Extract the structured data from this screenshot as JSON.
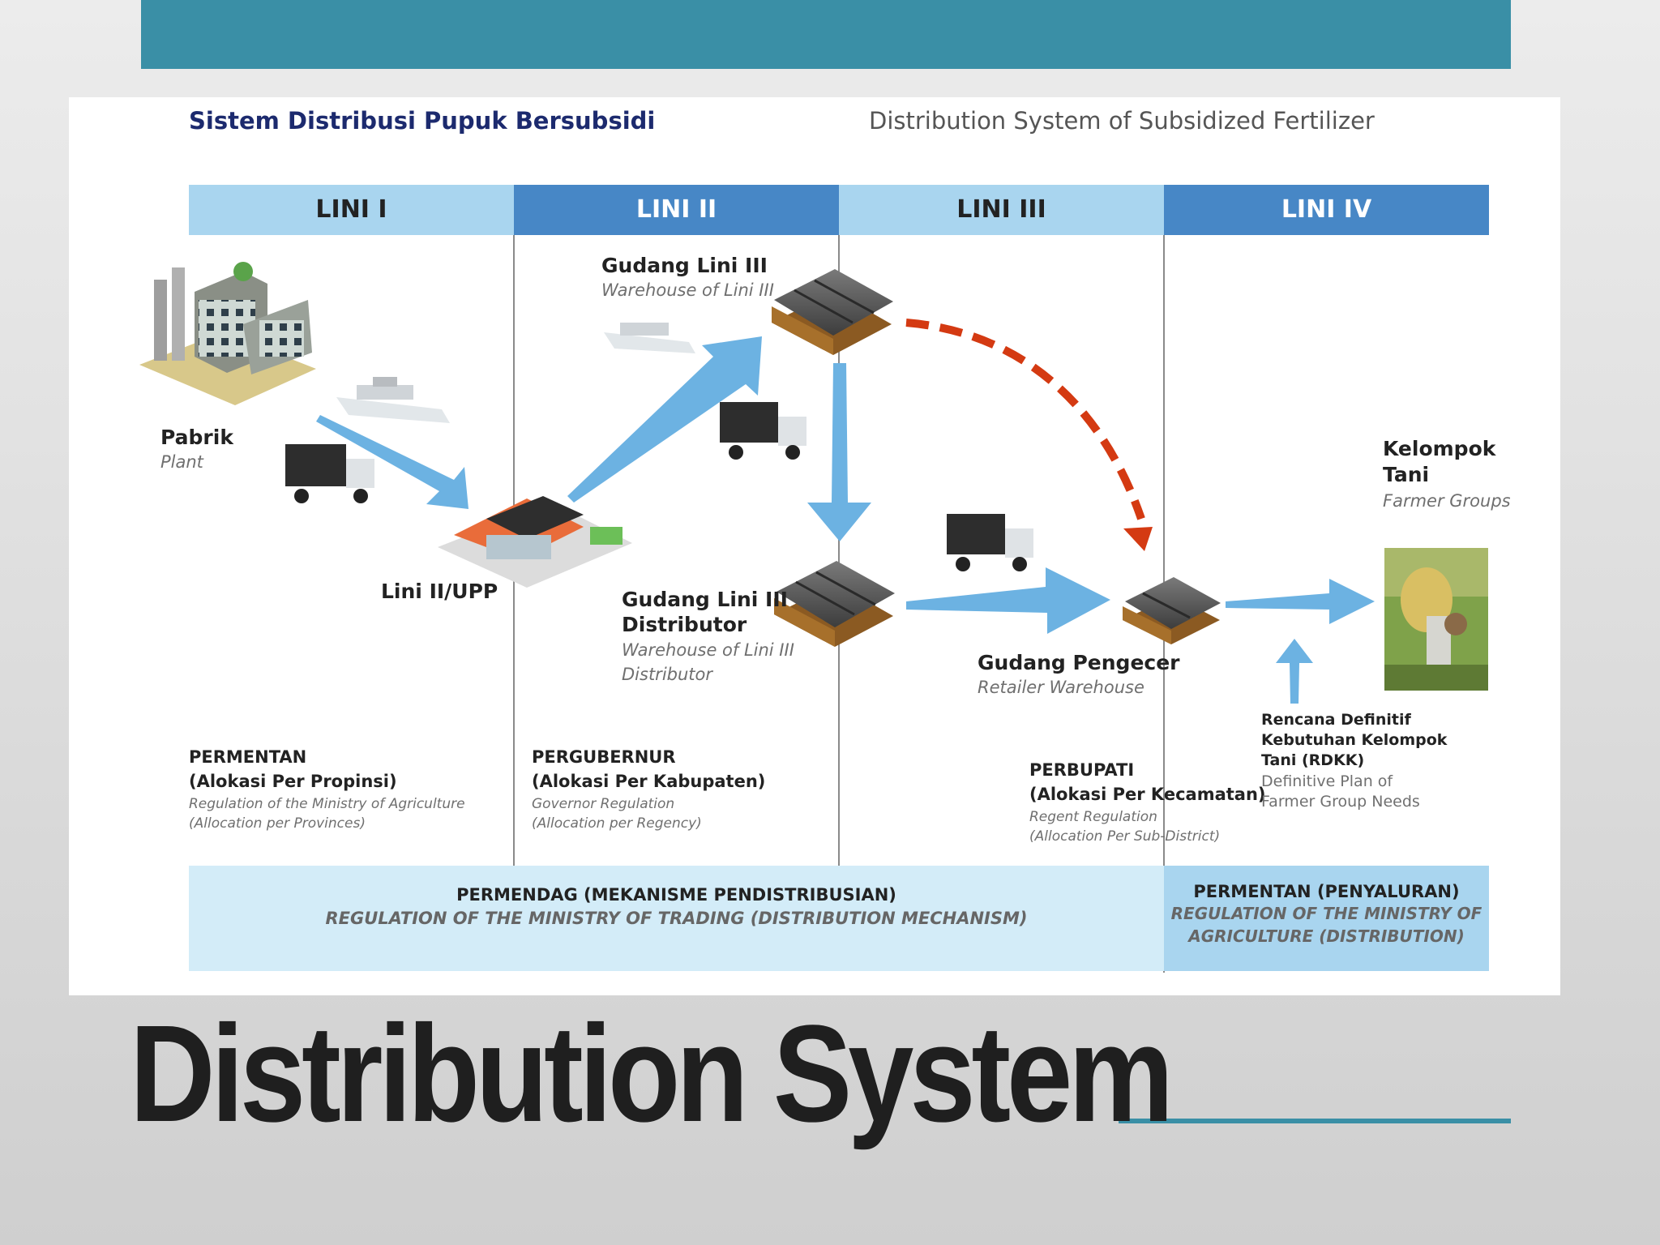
{
  "header": {
    "title_id": "Sistem Distribusi Pupuk Bersubsidi",
    "title_en": "Distribution System of Subsidized Fertilizer"
  },
  "lines": [
    {
      "label": "LINI I"
    },
    {
      "label": "LINI II"
    },
    {
      "label": "LINI III"
    },
    {
      "label": "LINI IV"
    }
  ],
  "nodes": {
    "plant": {
      "name": "Pabrik",
      "sub": "Plant"
    },
    "upp": {
      "name": "Lini II/UPP"
    },
    "warehouse_lini3": {
      "name": "Gudang Lini III",
      "sub": "Warehouse of Lini III"
    },
    "warehouse_lini3_dist": {
      "name1": "Gudang Lini III",
      "name2": "Distributor",
      "sub1": "Warehouse of Lini III",
      "sub2": "Distributor"
    },
    "retailer": {
      "name": "Gudang Pengecer",
      "sub": "Retailer Warehouse"
    },
    "farmer": {
      "name1": "Kelompok",
      "name2": "Tani",
      "sub": "Farmer Groups"
    }
  },
  "regulations": {
    "permentan": {
      "l1": "PERMENTAN",
      "l2": "(Alokasi Per Propinsi)",
      "l3": "Regulation of the Ministry of Agriculture",
      "l4": "(Allocation per Provinces)"
    },
    "pergubernur": {
      "l1": "PERGUBERNUR",
      "l2": "(Alokasi Per Kabupaten)",
      "l3": "Governor Regulation",
      "l4": "(Allocation per Regency)"
    },
    "perbupati": {
      "l1": "PERBUPATI",
      "l2": "(Alokasi Per Kecamatan)",
      "l3": "Regent Regulation",
      "l4": "(Allocation Per Sub-District)"
    },
    "rdkk": {
      "l1": "Rencana Definitif",
      "l2": "Kebutuhan Kelompok",
      "l3": "Tani (RDKK)",
      "l4": "Definitive Plan of",
      "l5": "Farmer Group Needs"
    }
  },
  "footer_bands": {
    "permendag": {
      "l1": "PERMENDAG (MEKANISME PENDISTRIBUSIAN)",
      "l2": "REGULATION OF THE MINISTRY OF TRADING (DISTRIBUTION MECHANISM)"
    },
    "permentan": {
      "l1": "PERMENTAN (PENYALURAN)",
      "l2": "REGULATION OF THE MINISTRY OF",
      "l3": "AGRICULTURE (DISTRIBUTION)"
    }
  },
  "slide_title": "Distribution System",
  "colors": {
    "teal": "#3a8fa6",
    "header_light": "#a9d5ef",
    "header_dark": "#4787c6",
    "band_light": "#d3ecf8",
    "band_mid": "#a9d5ef",
    "arrow_blue": "#6cb2e2",
    "arrow_red": "#d43a12",
    "navy": "#1c2a6e"
  }
}
